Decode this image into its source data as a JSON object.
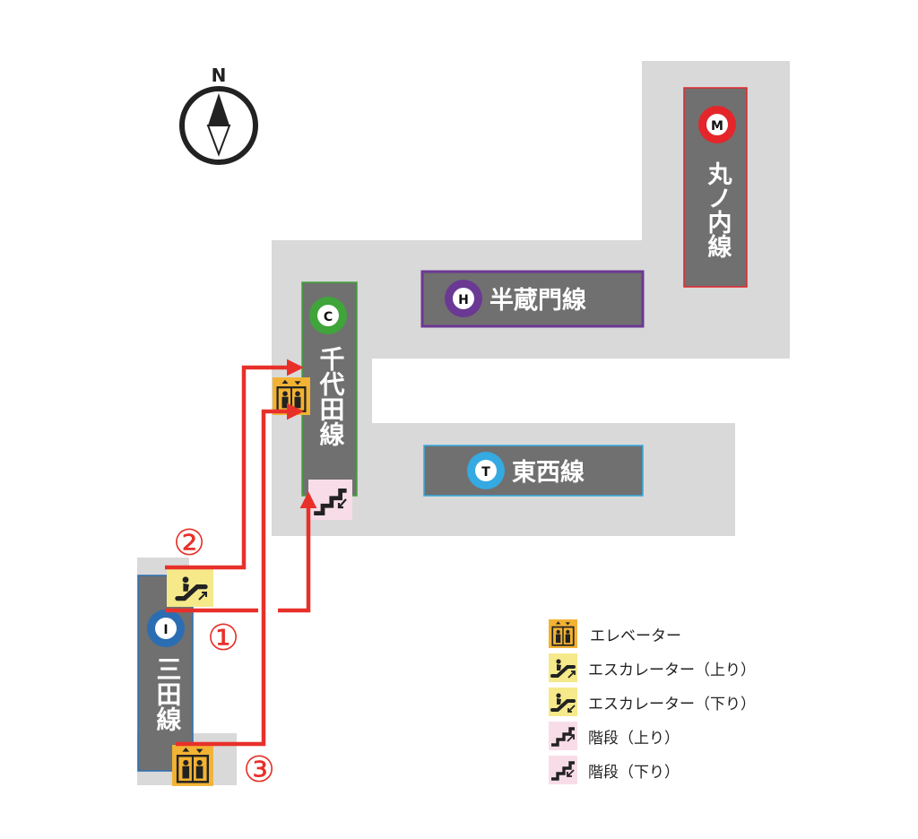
{
  "compass": {
    "label": "N"
  },
  "lines": {
    "marunouchi": {
      "letter": "M",
      "name": "丸ノ内線",
      "color": "#e4262b"
    },
    "hanzomon": {
      "letter": "H",
      "name": "半蔵門線",
      "color": "#6b3893"
    },
    "chiyoda": {
      "letter": "C",
      "name": "千代田線",
      "color": "#3fa43a"
    },
    "tozai": {
      "letter": "T",
      "name": "東西線",
      "color": "#35a9e1"
    },
    "mita": {
      "letter": "I",
      "name": "三田線",
      "color": "#2a6db3"
    }
  },
  "routes": [
    {
      "label": "①"
    },
    {
      "label": "②"
    },
    {
      "label": "③"
    }
  ],
  "legend": [
    {
      "icon": "elevator-icon",
      "label": "エレベーター"
    },
    {
      "icon": "escalator-up-icon",
      "label": "エスカレーター（上り）"
    },
    {
      "icon": "escalator-down-icon",
      "label": "エスカレーター（下り）"
    },
    {
      "icon": "stairs-up-icon",
      "label": "階段（上り）"
    },
    {
      "icon": "stairs-down-icon",
      "label": "階段（下り）"
    }
  ],
  "colors": {
    "concourse": "#d9d9d9",
    "platform": "#707070",
    "route": "#e8302a",
    "elevator_bg": "#f2b233",
    "escalator_bg": "#f5e98a",
    "stairs_bg": "#f8dde8"
  }
}
